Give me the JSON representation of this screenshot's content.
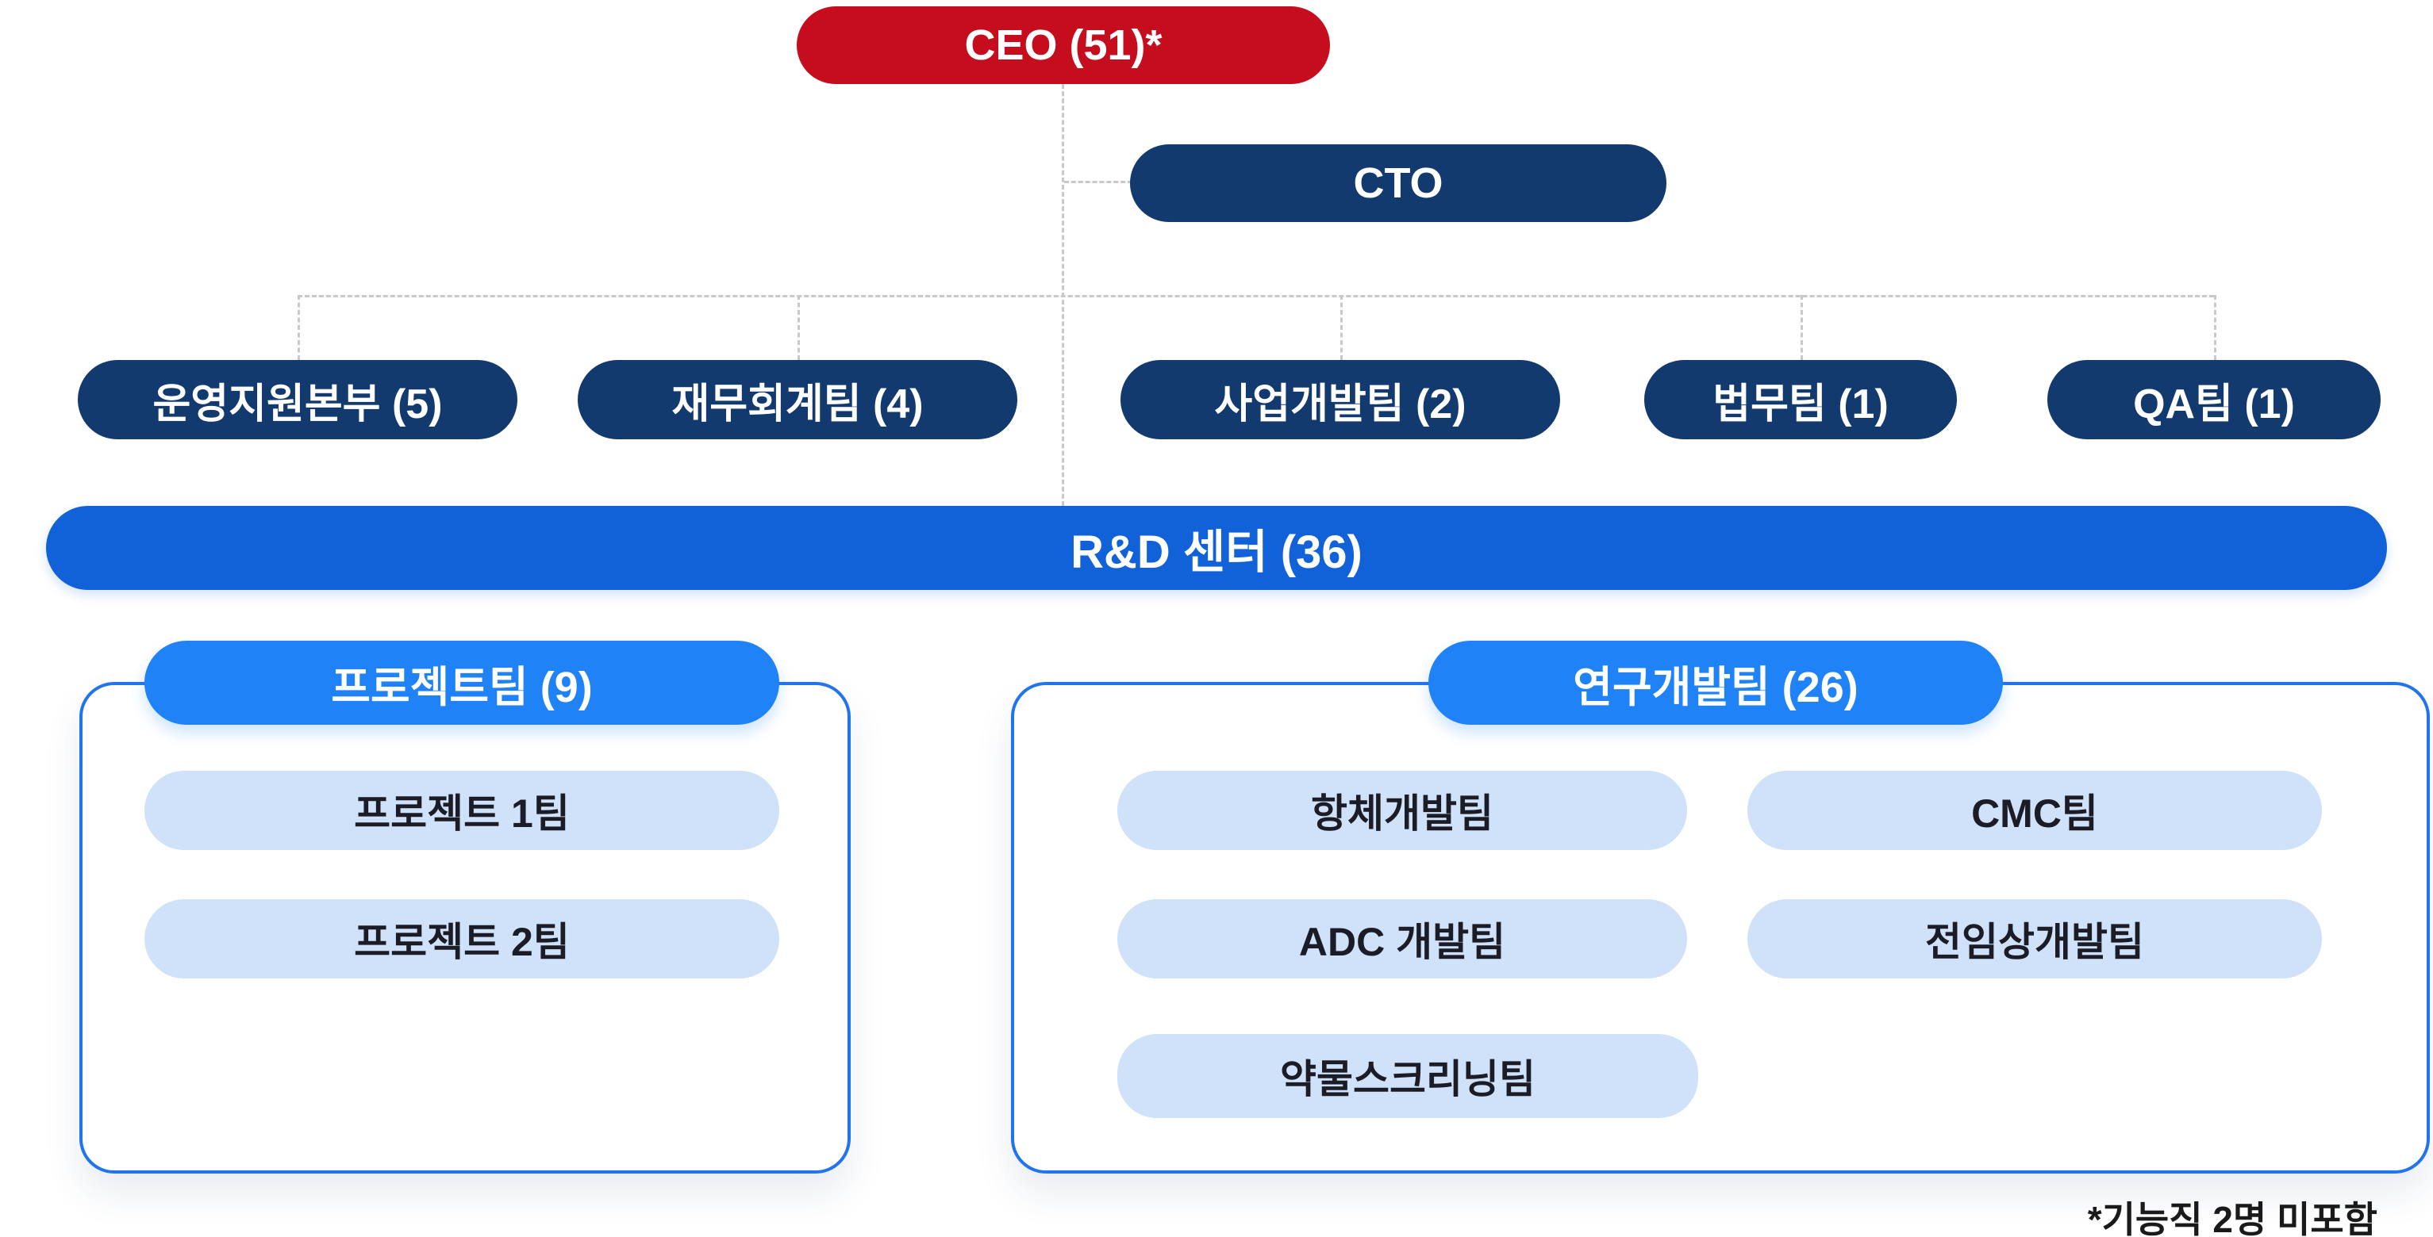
{
  "org_chart": {
    "ceo": {
      "label": "CEO (51)*"
    },
    "cto": {
      "label": "CTO"
    },
    "departments": [
      {
        "label": "운영지원본부 (5)"
      },
      {
        "label": "재무회계팀 (4)"
      },
      {
        "label": "사업개발팀 (2)"
      },
      {
        "label": "법무팀 (1)"
      },
      {
        "label": "QA팀 (1)"
      }
    ],
    "rnd_center": {
      "label": "R&D 센터 (36)"
    },
    "groups": [
      {
        "header": "프로젝트팀 (9)",
        "teams": [
          {
            "label": "프로젝트 1팀"
          },
          {
            "label": "프로젝트 2팀"
          }
        ]
      },
      {
        "header": "연구개발팀 (26)",
        "teams": [
          {
            "label": "항체개발팀"
          },
          {
            "label": "CMC팀"
          },
          {
            "label": "ADC 개발팀"
          },
          {
            "label": "전임상개발팀"
          },
          {
            "label": "약물스크리닝팀"
          }
        ]
      }
    ],
    "footnote": "*기능직 2명 미포함"
  },
  "colors": {
    "red": "#c50d1e",
    "navy": "#133a6e",
    "rnd-blue": "#1161d8",
    "header-blue": "#1f82f7",
    "light-pill": "#cfe2fa",
    "container-border": "#2273ee",
    "line": "#c9c9c9",
    "dark-text": "#1b1c26",
    "note-text": "#1a1a1a"
  }
}
